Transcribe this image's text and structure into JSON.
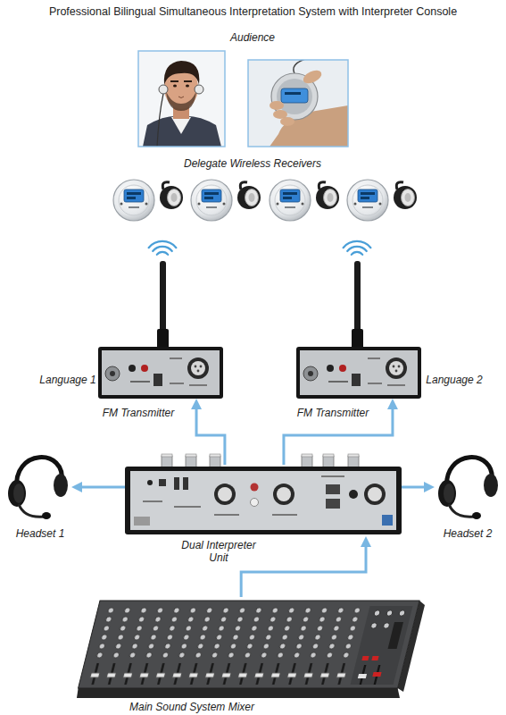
{
  "diagram": {
    "title": "Professional Bilingual Simultaneous Interpretation System with Interpreter Console",
    "nodes": [
      {
        "text": [
          "Audience"
        ]
      },
      {
        "text": [
          "Delegate Wireless Receivers"
        ]
      },
      {
        "text": [
          "Language 1",
          "FM Transmitter"
        ]
      },
      {
        "text": [
          "Language 2",
          "FM Transmitter"
        ]
      },
      {
        "text": [
          "Headset 1"
        ]
      },
      {
        "text": [
          "Dual Interpreter Unit"
        ]
      },
      {
        "text": [
          "Headset 2"
        ]
      },
      {
        "text": [
          "Main Sound System Mixer"
        ]
      }
    ],
    "edges": [
      {
        "from": 5,
        "to": 2,
        "arrow": "to"
      },
      {
        "from": 5,
        "to": 3,
        "arrow": "to"
      },
      {
        "from": 5,
        "to": 4,
        "arrow": "to"
      },
      {
        "from": 5,
        "to": 6,
        "arrow": "to"
      },
      {
        "from": 7,
        "to": 5,
        "arrow": "to"
      }
    ]
  }
}
